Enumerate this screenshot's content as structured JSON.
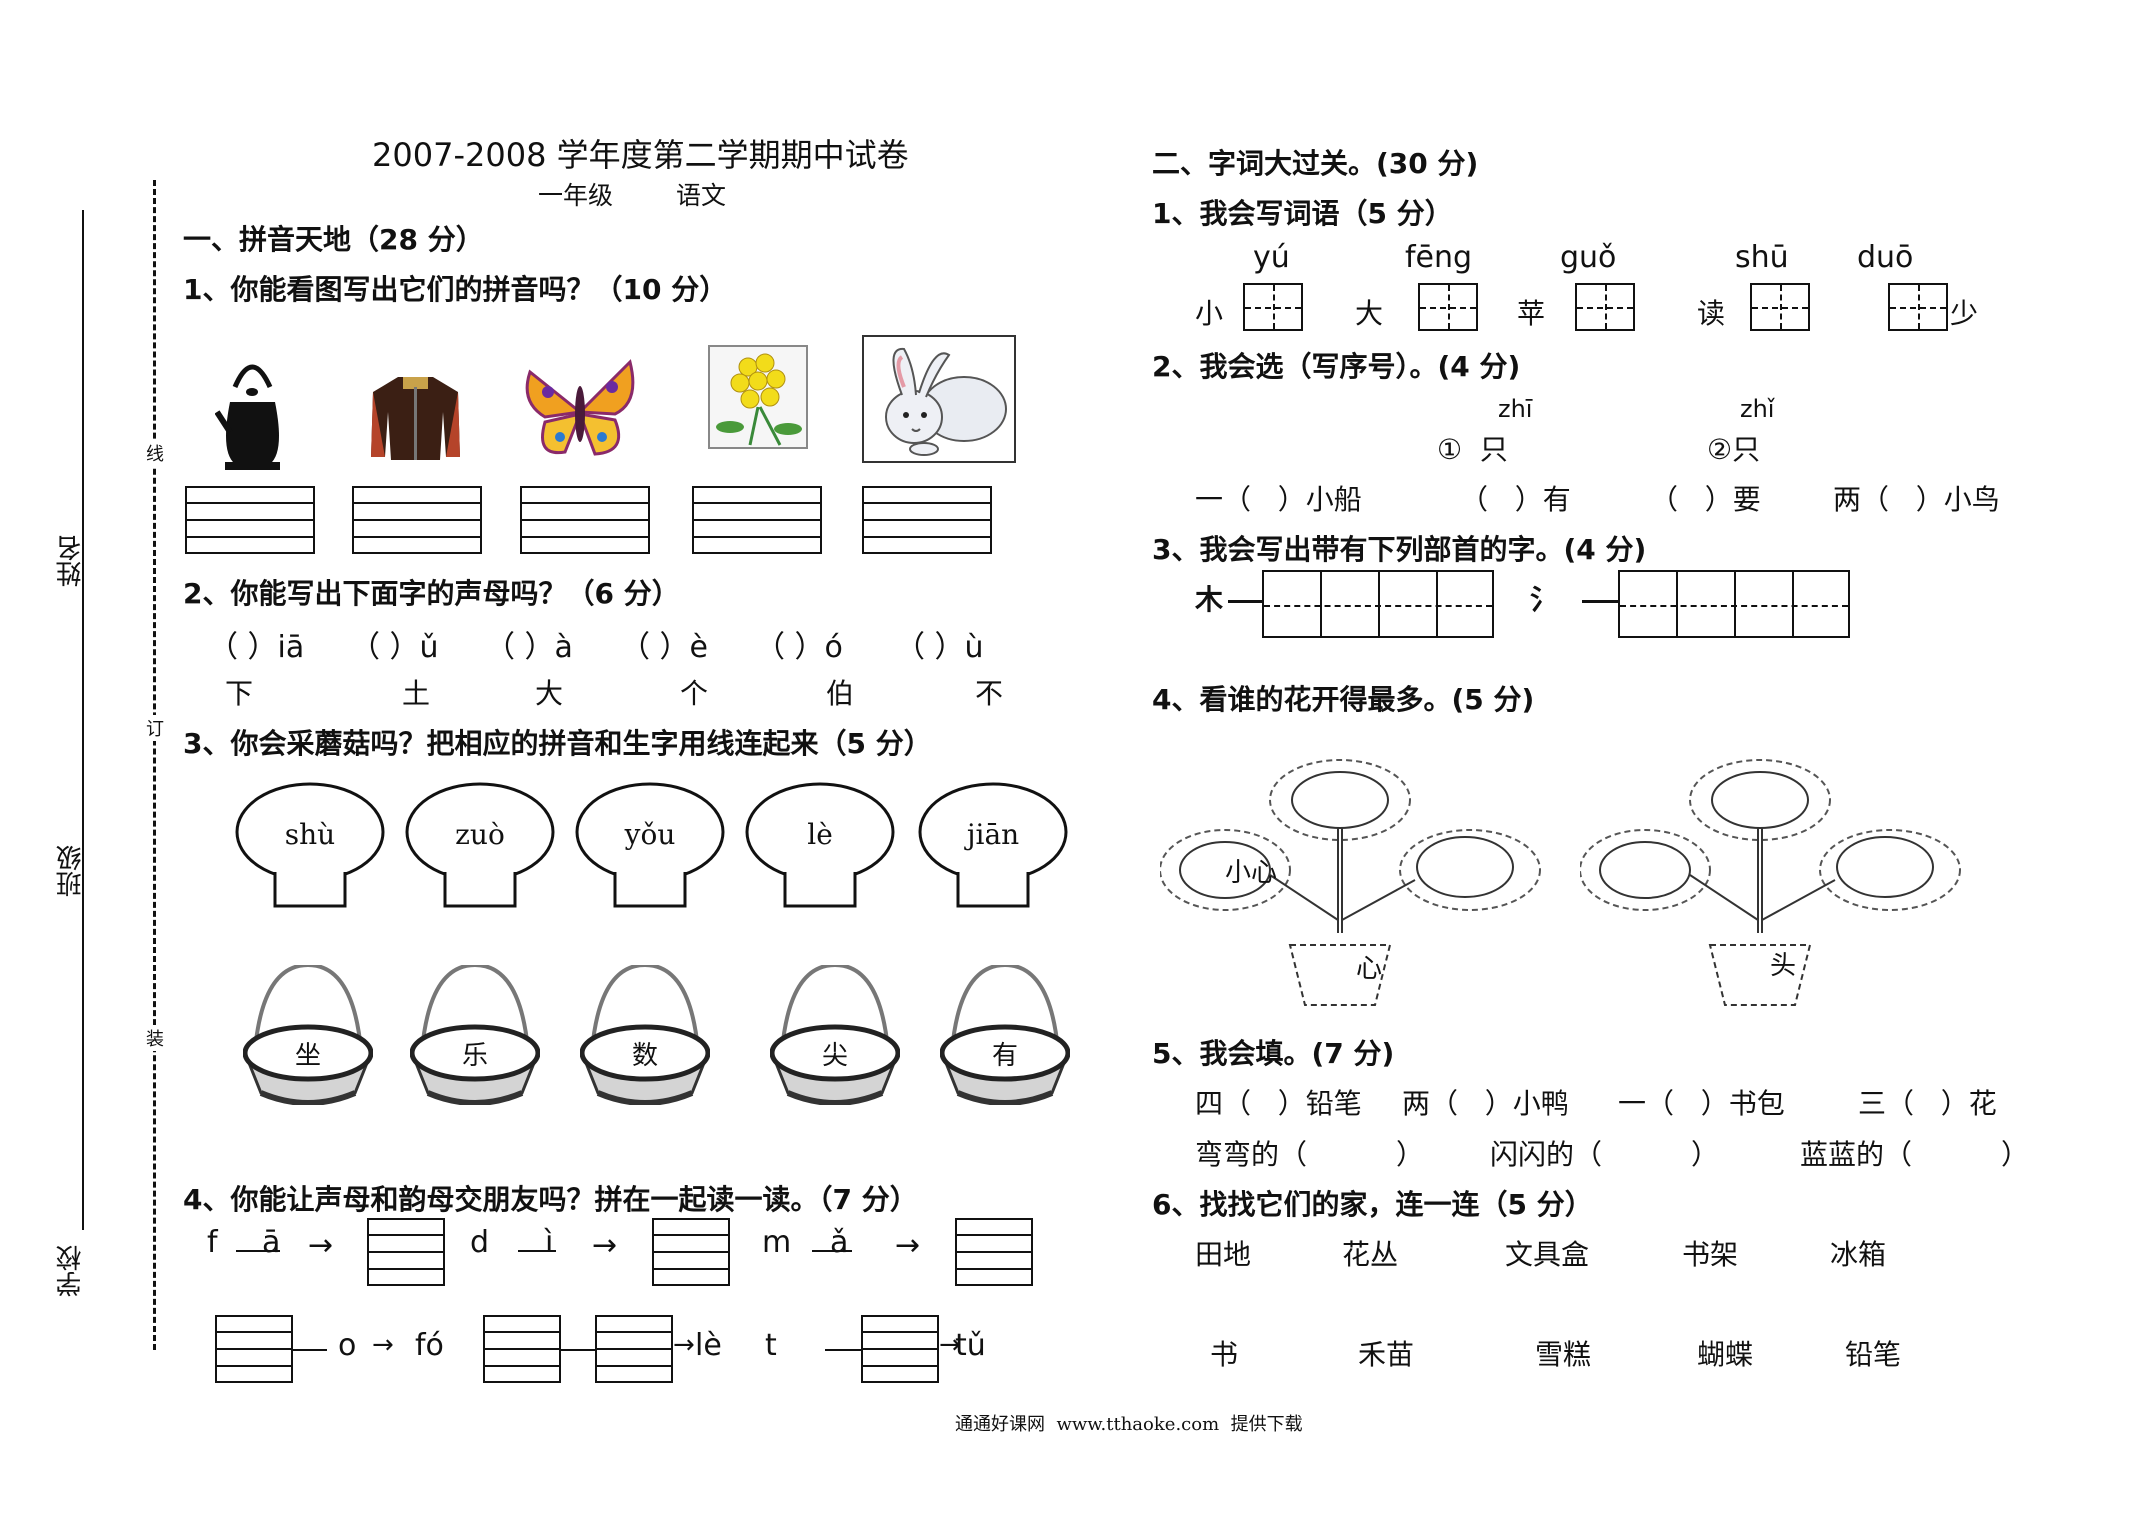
{
  "title": "2007-2008 学年度第二学期期中试卷",
  "subtitle_grade": "一年级",
  "subtitle_subject": "语文",
  "binding": {
    "name": "姓名",
    "class": "班级",
    "school": "学校",
    "line": "线",
    "ding": "订",
    "zhuang": "装"
  },
  "s1": {
    "heading": "一、拼音天地（28 分）",
    "q1": "1、你能看图写出它们的拼音吗？（10 分）",
    "q2": "2、你能写出下面字的声母吗？（6 分）",
    "q2_items": [
      {
        "py": "（  ）iā",
        "ch": "下"
      },
      {
        "py": "（  ）ǔ",
        "ch": "土"
      },
      {
        "py": "（  ）à",
        "ch": "大"
      },
      {
        "py": "（  ）è",
        "ch": "个"
      },
      {
        "py": "（  ）ó",
        "ch": "伯"
      },
      {
        "py": "（  ）ù",
        "ch": "不"
      }
    ],
    "q3": "3、你会采蘑菇吗？把相应的拼音和生字用线连起来（5 分）",
    "mushrooms": [
      "shù",
      "zuò",
      "yǒu",
      "lè",
      "jiān"
    ],
    "baskets": [
      "坐",
      "乐",
      "数",
      "尖",
      "有"
    ],
    "q4": "4、你能让声母和韵母交朋友吗？拼在一起读一读。（7 分）",
    "q4_row1": [
      {
        "a": "f",
        "b": "ā"
      },
      {
        "a": "d",
        "b": "ì"
      },
      {
        "a": "m",
        "b": "ǎ"
      }
    ],
    "q4_row2": {
      "o": "o",
      "fo": "fó",
      "le": "lè",
      "t": "t",
      "tu": "tǔ"
    }
  },
  "s2": {
    "heading": "二、字词大过关。(30 分)",
    "q1": "1、我会写词语（5 分）",
    "q1_items": [
      {
        "py": "yú",
        "pre": "小",
        "post": ""
      },
      {
        "py": "fēng",
        "pre": "大",
        "post": ""
      },
      {
        "py": "guǒ",
        "pre": "苹",
        "post": ""
      },
      {
        "py": "shū",
        "pre": "读",
        "post": ""
      },
      {
        "py": "duō",
        "pre": "",
        "post": "少"
      }
    ],
    "q2": "2、我会选（写序号）。(4 分)",
    "q2_opts": [
      {
        "py": "zhī",
        "label": "①  只"
      },
      {
        "py": "zhǐ",
        "label": "②只"
      }
    ],
    "q2_items": [
      "一（   ）小船",
      "（   ）有",
      "（   ）要",
      "两（   ）小鸟"
    ],
    "q3": "3、我会写出带有下列部首的字。(4 分)",
    "q3_radicals": [
      "木",
      "氵"
    ],
    "q4": "4、看谁的花开得最多。(5 分)",
    "flower1": {
      "pot": "心",
      "petal": "小心"
    },
    "flower2": {
      "pot": "头",
      "petal": ""
    },
    "q5": "5、我会填。(7 分)",
    "q5_row1": [
      "四（   ）铅笔",
      "两（   ）小鸭",
      "一（   ）书包",
      "三（   ）花"
    ],
    "q5_row2": [
      "弯弯的（          ）",
      "闪闪的（          ）",
      "蓝蓝的（          ）"
    ],
    "q6": "6、找找它们的家，连一连（5 分）",
    "q6_top": [
      "田地",
      "花丛",
      "文具盒",
      "书架",
      "冰箱"
    ],
    "q6_bottom": [
      "书",
      "禾苗",
      "雪糕",
      "蝴蝶",
      "铅笔"
    ]
  },
  "footer": "通通好课网  www.tthaoke.com  提供下载"
}
